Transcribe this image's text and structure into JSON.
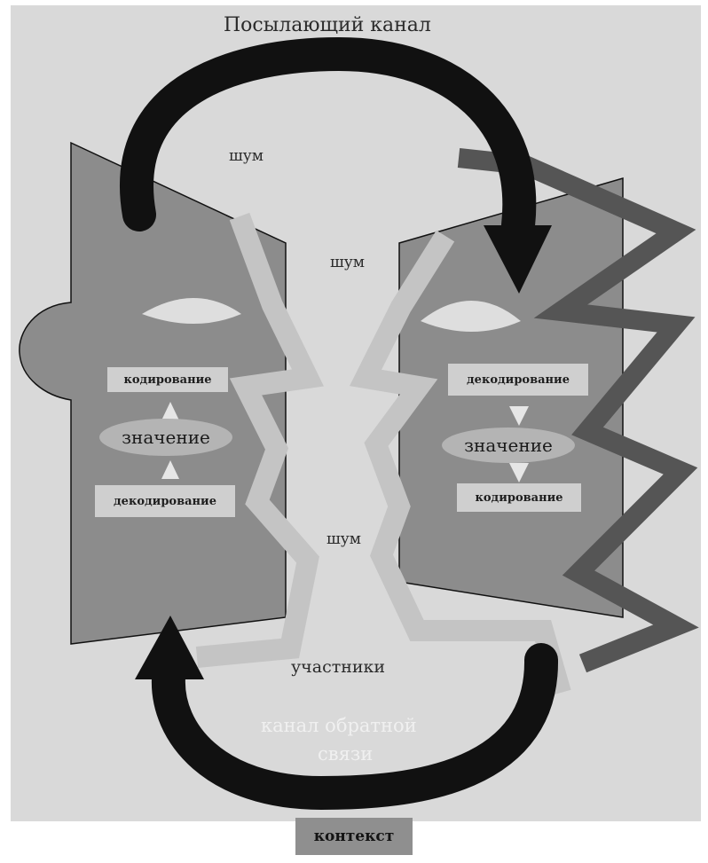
{
  "title": "Посылающий канал",
  "noise": [
    "шум",
    "шум",
    "шум"
  ],
  "left_head": {
    "top_box": "кодирование",
    "meaning": "значение",
    "bottom_box": "декодирование"
  },
  "right_head": {
    "top_box": "декодирование",
    "meaning": "значение",
    "bottom_box": "кодирование"
  },
  "participants": "участники",
  "feedback_line1": "канал обратной",
  "feedback_line2": "связи",
  "context": "контекст",
  "colors": {
    "background": "#d9d9d9",
    "head": "#8c8c8c",
    "zigzag_light": "#c4c4c4",
    "zigzag_dark": "#555555",
    "arrow": "#111111"
  }
}
